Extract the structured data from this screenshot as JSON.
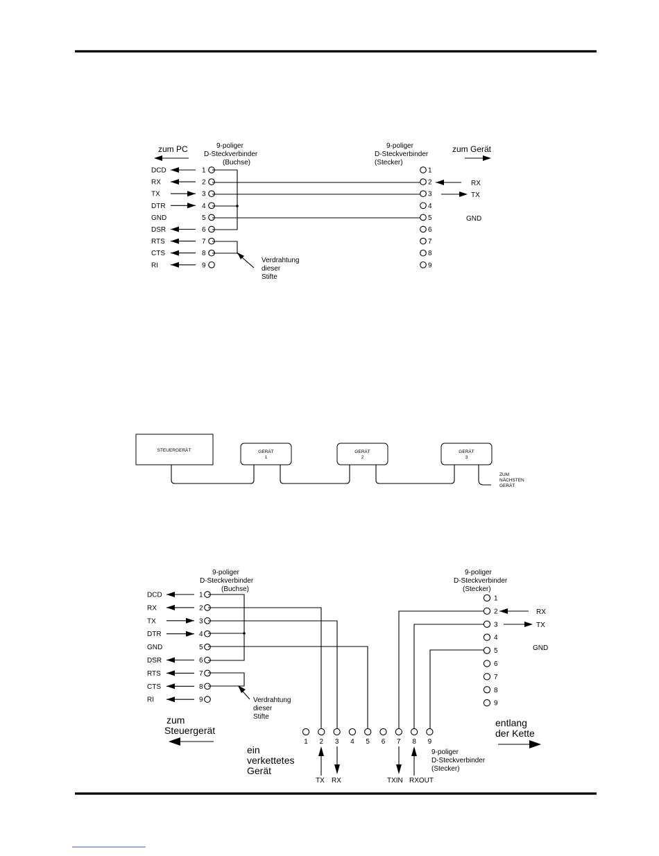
{
  "diagram1": {
    "left_header": [
      "9-poliger",
      "D-Steckverbinder",
      "(Buchse)"
    ],
    "right_header": [
      "9-poliger",
      "D-Steckverbinder",
      "(Stecker)"
    ],
    "left_dir": "zum PC",
    "right_dir": "zum Gerät",
    "left_signals": [
      "DCD",
      "RX",
      "TX",
      "DTR",
      "GND",
      "DSR",
      "RTS",
      "CTS",
      "RI"
    ],
    "pin_numbers": [
      "1",
      "2",
      "3",
      "4",
      "5",
      "6",
      "7",
      "8",
      "9"
    ],
    "right_signals": {
      "rx": "RX",
      "tx": "TX",
      "gnd": "GND"
    },
    "wiring_note": [
      "Verdrahtung",
      "dieser",
      "Stifte"
    ]
  },
  "diagram2": {
    "controller": "STEUERGERÄT",
    "devices": [
      {
        "line1": "GERÄT",
        "line2": "1"
      },
      {
        "line1": "GERÄT",
        "line2": "2"
      },
      {
        "line1": "GERÄT",
        "line2": "3"
      }
    ],
    "next_note": [
      "ZUM",
      "NÄCHSTEN",
      "GERÄT"
    ]
  },
  "diagram3": {
    "left_header": [
      "9-poliger",
      "D-Steckverbinder",
      "(Buchse)"
    ],
    "right_header": [
      "9-poliger",
      "D-Steckverbinder",
      "(Stecker)"
    ],
    "left_signals": [
      "DCD",
      "RX",
      "TX",
      "DTR",
      "GND",
      "DSR",
      "RTS",
      "CTS",
      "RI"
    ],
    "pin_numbers": [
      "1",
      "2",
      "3",
      "4",
      "5",
      "6",
      "7",
      "8",
      "9"
    ],
    "right_signals": {
      "rx": "RX",
      "tx": "TX",
      "gnd": "GND"
    },
    "wiring_note": [
      "Verdrahtung",
      "dieser",
      "Stifte"
    ],
    "to_controller": [
      "zum",
      "Steuergerät"
    ],
    "along_chain": [
      "entlang",
      "der Kette"
    ],
    "chained_device": [
      "ein",
      "verkettetes",
      "Gerät"
    ],
    "bottom_header": [
      "9-poliger",
      "D-Steckverbinder",
      "(Stecker)"
    ],
    "bottom_labels": {
      "tx": "TX",
      "rx": "RX",
      "txin": "TXIN",
      "rxout": "RXOUT"
    }
  }
}
